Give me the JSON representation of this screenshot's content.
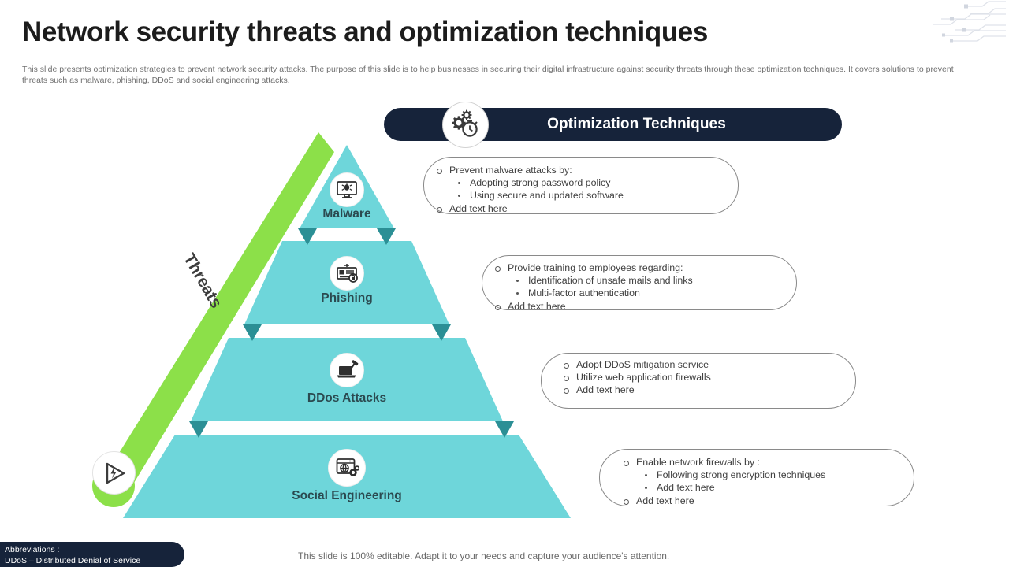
{
  "header": {
    "title": "Network security threats and optimization techniques",
    "subtitle": "This slide presents optimization strategies to prevent network security attacks. The purpose of this slide is to help businesses in securing their digital infrastructure against security threats through these optimization techniques. It covers solutions to prevent threats such as malware, phishing, DDoS and social engineering attacks.",
    "decor_icon": "circuit-board-pattern"
  },
  "banner": {
    "label": "Optimization Techniques",
    "icon": "gear-stopwatch-icon",
    "bg_color": "#16233a",
    "text_color": "#ffffff"
  },
  "axis": {
    "label": "Threats",
    "icon": "lightning-play-icon",
    "arrow_color": "#8ce049"
  },
  "pyramid": {
    "fill_color": "#6ed6da",
    "notch_color": "#2b8f95",
    "label_color": "#2b4a50",
    "tiers": [
      {
        "label": "Malware",
        "icon": "monitor-virus-icon"
      },
      {
        "label": "Phishing",
        "icon": "phishing-card-lock-icon"
      },
      {
        "label": "DDos Attacks",
        "icon": "laptop-hammer-icon"
      },
      {
        "label": "Social Engineering",
        "icon": "browser-globe-gear-icon"
      }
    ]
  },
  "callouts": [
    {
      "items": [
        {
          "level": 1,
          "text": "Prevent  malware  attacks by:"
        },
        {
          "level": 2,
          "text": "Adopting strong password  policy"
        },
        {
          "level": 2,
          "text": "Using secure and updated software"
        },
        {
          "level": 1,
          "text": "Add text here"
        }
      ]
    },
    {
      "items": [
        {
          "level": 1,
          "text": "Provide  training to employees  regarding:"
        },
        {
          "level": 2,
          "text": "Identification  of unsafe mails and links"
        },
        {
          "level": 2,
          "text": "Multi-factor  authentication"
        },
        {
          "level": 1,
          "text": "Add text here"
        }
      ]
    },
    {
      "items": [
        {
          "level": 1,
          "text": "Adopt DDoS  mitigation  service"
        },
        {
          "level": 1,
          "text": "Utilize web application firewalls"
        },
        {
          "level": 1,
          "text": "Add text here"
        }
      ]
    },
    {
      "items": [
        {
          "level": 1,
          "text": "Enable  network firewalls  by :"
        },
        {
          "level": 2,
          "text": "Following  strong encryption techniques"
        },
        {
          "level": 2,
          "text": "Add text here"
        },
        {
          "level": 1,
          "text": "Add text here"
        }
      ]
    }
  ],
  "footer": {
    "abbrev_title": "Abbreviations :",
    "abbrev_body": "DDoS – Distributed Denial of Service",
    "note": "This slide is 100% editable. Adapt it to your needs and capture your audience's attention."
  }
}
